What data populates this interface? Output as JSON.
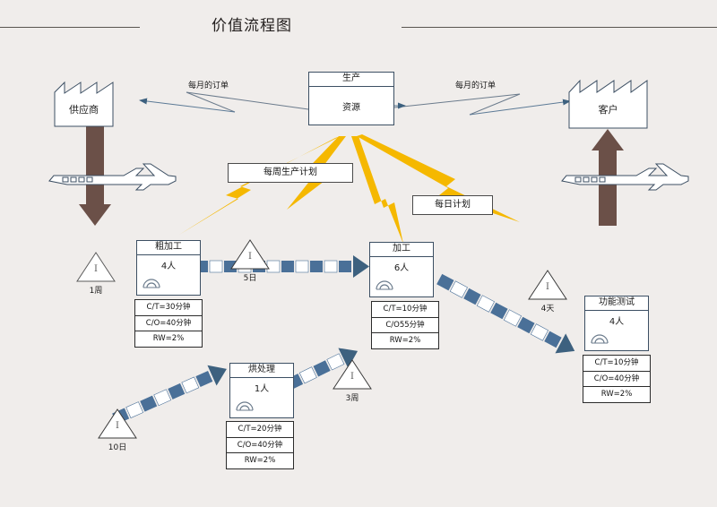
{
  "page": {
    "title": "价值流程图",
    "background_color": "#f0edeb"
  },
  "colors": {
    "push_arrow": "#4a7098",
    "info_arrow": "#f5b800",
    "truck_arrow": "#6b5048",
    "outline": "#3c4f63",
    "rule": "#5a5550"
  },
  "external_entities": [
    {
      "name": "supplier",
      "label": "供应商"
    },
    {
      "name": "customer",
      "label": "客户"
    }
  ],
  "control": {
    "header": "生产",
    "body": "资源"
  },
  "info_flows": [
    {
      "name": "supplier-order",
      "label": "每月的订单"
    },
    {
      "name": "customer-order",
      "label": "每月的订单"
    },
    {
      "name": "weekly-plan",
      "label": "每周生产计划"
    },
    {
      "name": "daily-plan",
      "label": "每日计划"
    }
  ],
  "processes": [
    {
      "name": "rough-machining",
      "title": "粗加工",
      "staff": "4人",
      "data": [
        "C/T=30分钟",
        "C/O=40分钟",
        "RW=2%"
      ]
    },
    {
      "name": "machining",
      "title": "加工",
      "staff": "6人",
      "data": [
        "C/T=10分钟",
        "C/O55分钟",
        "RW=2%"
      ]
    },
    {
      "name": "functional-test",
      "title": "功能测试",
      "staff": "4人",
      "data": [
        "C/T=10分钟",
        "C/O=40分钟",
        "RW=2%"
      ]
    },
    {
      "name": "baking-treatment",
      "title": "烘处理",
      "staff": "1人",
      "data": [
        "C/T=20分钟",
        "C/O=40分钟",
        "RW=2%"
      ]
    }
  ],
  "inventories": [
    {
      "name": "inventory-supplier",
      "symbol": "I",
      "label": "1周"
    },
    {
      "name": "inventory-rough-out",
      "symbol": "I",
      "label": "5日"
    },
    {
      "name": "inventory-test-in",
      "symbol": "I",
      "label": "4天"
    },
    {
      "name": "inventory-baking-out",
      "symbol": "I",
      "label": "3周"
    },
    {
      "name": "inventory-baking-in",
      "symbol": "I",
      "label": "10日"
    }
  ]
}
